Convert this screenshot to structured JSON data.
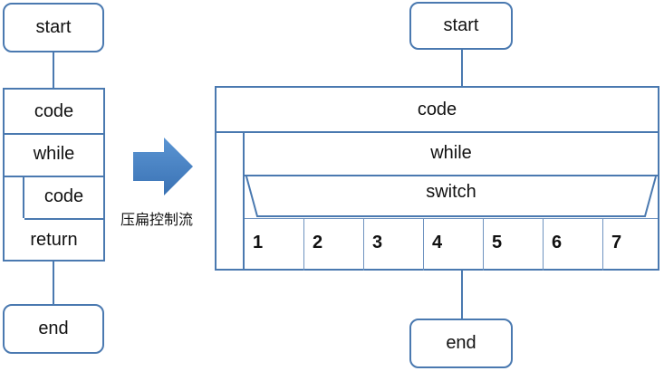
{
  "left": {
    "start": "start",
    "code1": "code",
    "while": "while",
    "code2": "code",
    "return": "return",
    "end": "end"
  },
  "transform_label": "压扁控制流",
  "right": {
    "start": "start",
    "code": "code",
    "while": "while",
    "switch": "switch",
    "cases": [
      "1",
      "2",
      "3",
      "4",
      "5",
      "6",
      "7"
    ],
    "end": "end"
  },
  "colors": {
    "stroke": "#4a79b0",
    "arrow": "#4a86c8"
  }
}
